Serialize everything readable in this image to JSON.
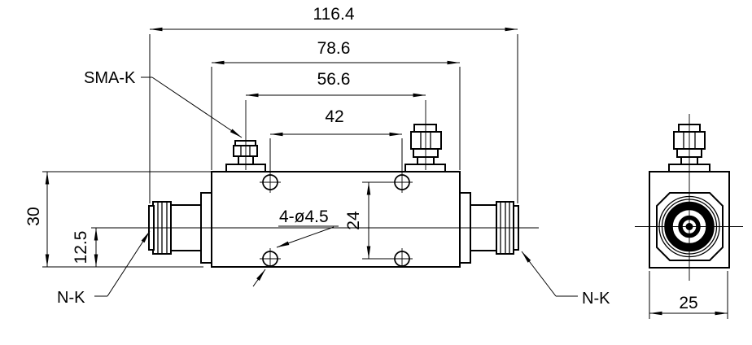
{
  "drawing": {
    "background": "#ffffff",
    "line_color": "#000000",
    "connector_labels": {
      "sma_k": "SMA-K",
      "n_k_left": "N-K",
      "n_k_right": "N-K"
    },
    "dimensions": {
      "overall_length": "116.4",
      "flange_span": "78.6",
      "sma_port_spacing": "56.6",
      "mounting_hole_spacing_x": "42",
      "body_height": "30",
      "port_axis_height": "12.5",
      "mounting_hole_spacing_y": "24",
      "mounting_holes": "4-ø4.5",
      "side_body_width": "25"
    }
  }
}
